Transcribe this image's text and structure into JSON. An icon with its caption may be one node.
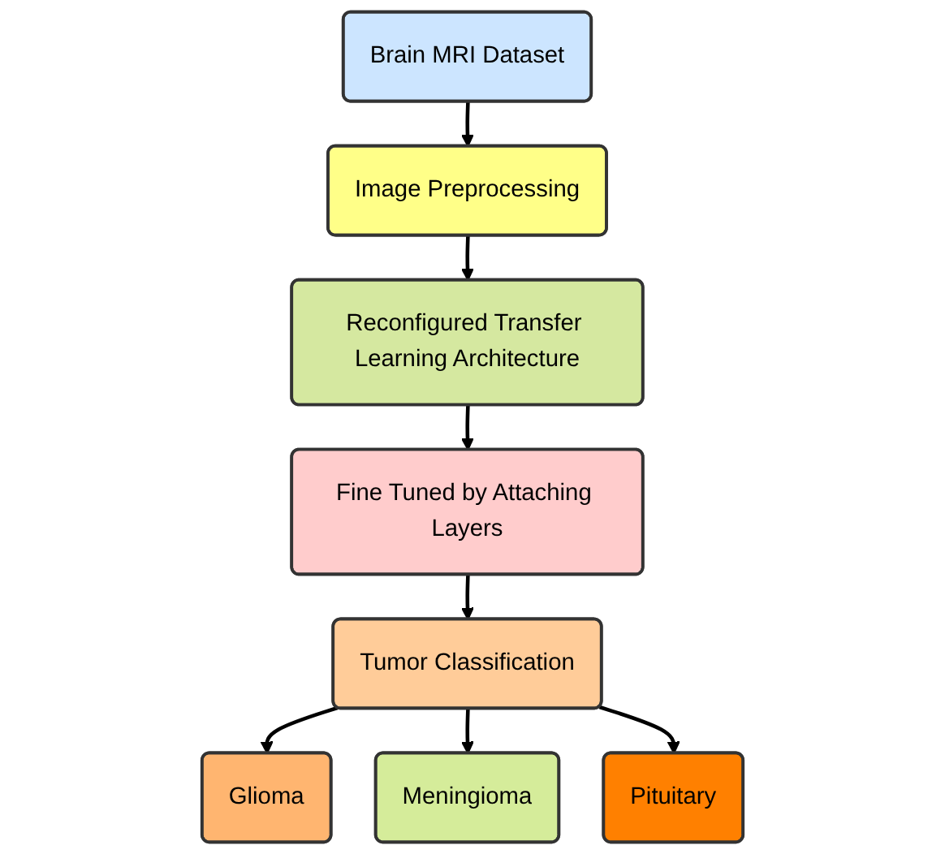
{
  "diagram": {
    "nodes": [
      {
        "text": [
          "Brain MRI Dataset"
        ]
      },
      {
        "text": [
          "Image Preprocessing"
        ]
      },
      {
        "text": [
          "Reconfigured Transfer Learning Architecture"
        ]
      },
      {
        "text": [
          "Fine Tuned by Attaching Layers"
        ]
      },
      {
        "text": [
          "Tumor Classification"
        ]
      },
      {
        "text": [
          "Glioma"
        ]
      },
      {
        "text": [
          "Meningioma"
        ]
      },
      {
        "text": [
          "Pituitary"
        ]
      }
    ],
    "edges": [
      {
        "from": 0,
        "to": 1,
        "arrow": "to"
      },
      {
        "from": 1,
        "to": 2,
        "arrow": "to"
      },
      {
        "from": 2,
        "to": 3,
        "arrow": "to"
      },
      {
        "from": 3,
        "to": 4,
        "arrow": "to"
      },
      {
        "from": 4,
        "to": 5,
        "arrow": "to"
      },
      {
        "from": 4,
        "to": 6,
        "arrow": "to"
      },
      {
        "from": 4,
        "to": 7,
        "arrow": "to"
      }
    ]
  }
}
